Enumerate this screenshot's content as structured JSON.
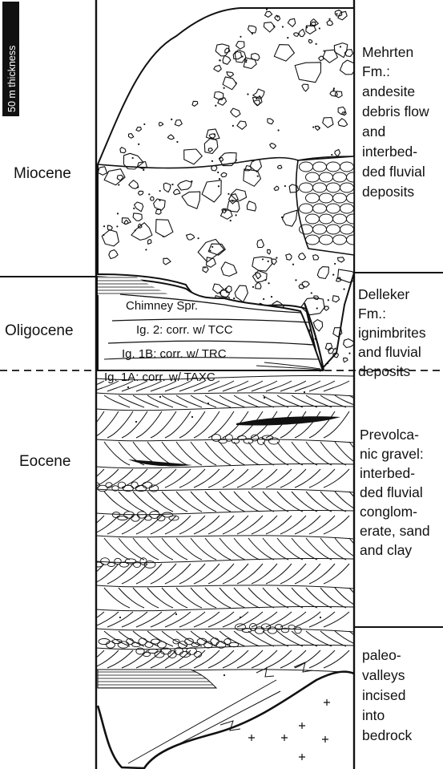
{
  "scale_bar": {
    "label": "50 m thickness"
  },
  "epochs": [
    {
      "name": "Miocene"
    },
    {
      "name": "Oligocene"
    },
    {
      "name": "Eocene"
    }
  ],
  "units": [
    {
      "label": "Chimney Spr."
    },
    {
      "label": "Ig. 2: corr. w/ TCC"
    },
    {
      "label": "Ig. 1B: corr. w/ TRC"
    },
    {
      "label": "Ig. 1A: corr. w/ TAXC"
    }
  ],
  "formations": [
    {
      "lines": [
        "Mehrten",
        "Fm.:",
        "andesite",
        "debris flow",
        "and",
        "interbed-",
        "ded fluvial",
        "deposits"
      ]
    },
    {
      "lines": [
        "Delleker",
        "Fm.:",
        "ignimbrites",
        "and fluvial",
        "deposits"
      ]
    },
    {
      "lines": [
        "Prevolca-",
        "nic gravel:",
        "interbed-",
        "ded fluvial",
        "conglom-",
        "erate, sand",
        "and clay"
      ]
    },
    {
      "lines": [
        "paleo-",
        "valleys",
        "incised",
        "into",
        "bedrock"
      ]
    }
  ],
  "colors": {
    "ink": "#111111",
    "clay_fill": "#a9a9a9",
    "scale_bar_fill": "#111111",
    "paper": "#ffffff"
  }
}
